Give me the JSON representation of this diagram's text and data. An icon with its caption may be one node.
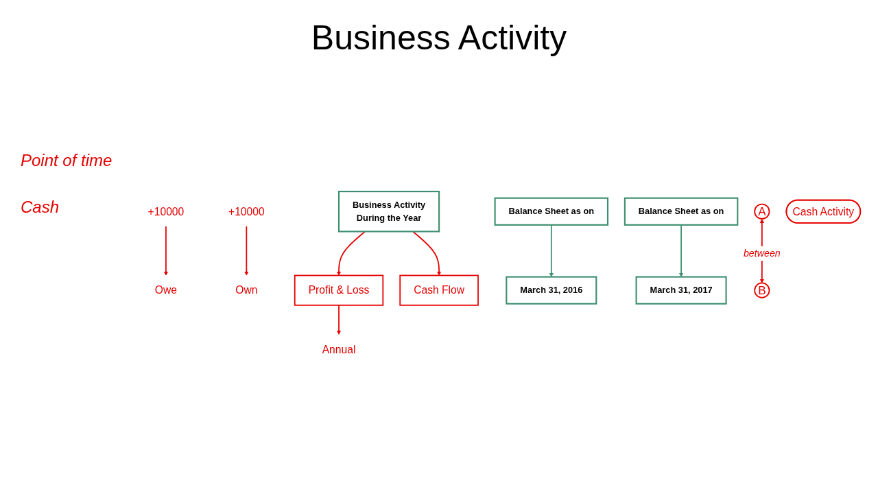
{
  "diagram": {
    "title": "Business Activity",
    "nodes": [
      {
        "text": [
          "Profit & Loss"
        ]
      },
      {
        "text": [
          "Annual"
        ]
      },
      {
        "text": [
          "+10000"
        ]
      },
      {
        "text": [
          "Owe"
        ]
      },
      {
        "text": [
          "Balance Sheet as on"
        ]
      },
      {
        "text": [
          "Balance Sheet as on"
        ]
      },
      {
        "text": [
          "Own"
        ]
      },
      {
        "text": [
          "+10000"
        ]
      },
      {
        "text": [
          "Business Activity",
          "During the Year"
        ]
      },
      {
        "text": [
          "March 31, 2016"
        ]
      },
      {
        "text": [
          "March 31, 2017"
        ]
      },
      {
        "text": [
          "A"
        ]
      },
      {
        "text": [
          "Cash Flow"
        ]
      },
      {
        "text": [
          "B"
        ]
      },
      {
        "text": [
          "Cash Activity"
        ]
      }
    ],
    "edges": [
      {
        "from": 0,
        "to": 1,
        "arrow": "to"
      },
      {
        "from": 2,
        "to": 3,
        "arrow": "to"
      },
      {
        "from": 4,
        "to": 9,
        "arrow": "to",
        "color": "#3d8f6f"
      },
      {
        "from": 5,
        "to": 10,
        "arrow": "to",
        "color": "#3d8f6f"
      },
      {
        "from": 7,
        "to": 6,
        "arrow": "to"
      },
      {
        "from": 8,
        "to": 0,
        "arrow": "to"
      },
      {
        "from": 8,
        "to": 12,
        "arrow": "to"
      },
      {
        "from": 11,
        "to": 13,
        "arrow": "both",
        "label": "between"
      }
    ],
    "labels": [
      "Point of time",
      "Cash"
    ]
  }
}
